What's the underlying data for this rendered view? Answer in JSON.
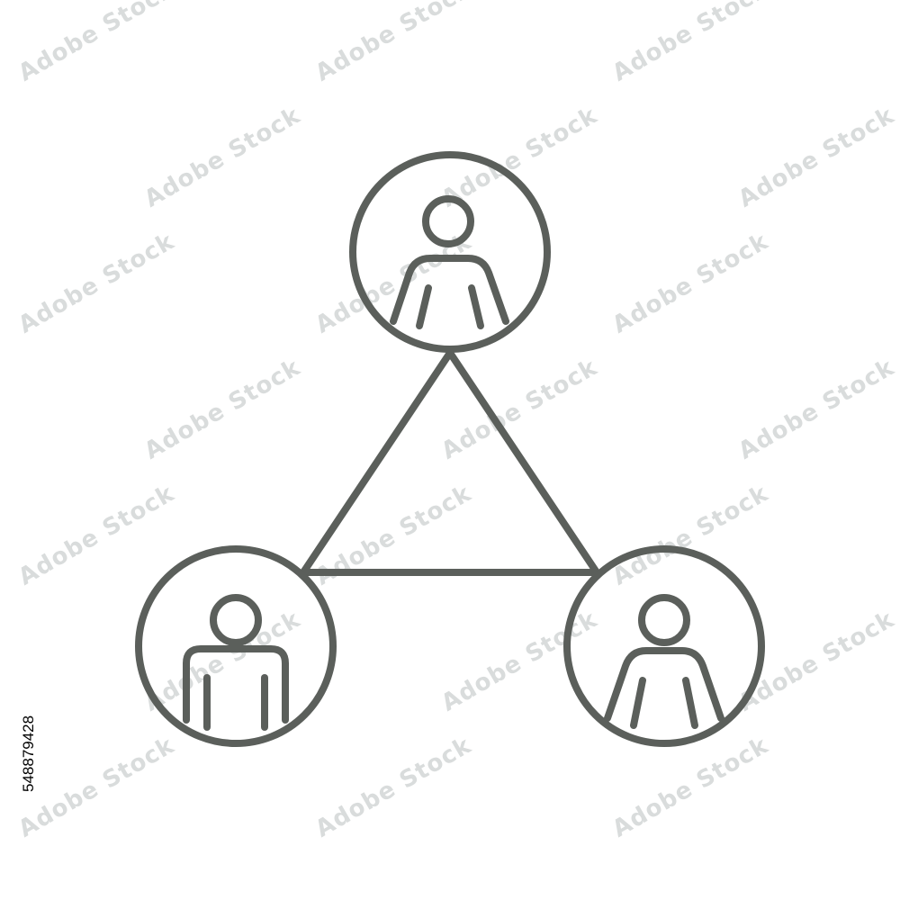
{
  "watermark": {
    "text": "Adobe Stock",
    "color": "#d9dcdc"
  },
  "stock_id": "548879428",
  "colors": {
    "stroke": "#5b5f5b",
    "background": "#ffffff"
  },
  "diagram": {
    "nodes": [
      {
        "id": "top",
        "figure": "person-silhouette"
      },
      {
        "id": "left",
        "figure": "person-silhouette"
      },
      {
        "id": "right",
        "figure": "person-silhouette"
      }
    ],
    "edges": [
      {
        "from": "top",
        "to": "left"
      },
      {
        "from": "top",
        "to": "right"
      },
      {
        "from": "left",
        "to": "right"
      }
    ]
  }
}
